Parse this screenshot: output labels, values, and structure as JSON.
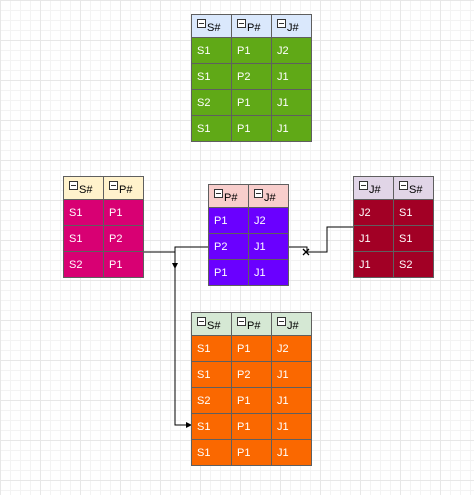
{
  "tables": [
    {
      "id": "top",
      "header_color": "#dae8fc",
      "body_color": "#60a917",
      "columns": [
        "S#",
        "P#",
        "J#"
      ],
      "rows": [
        [
          "S1",
          "P1",
          "J2"
        ],
        [
          "S1",
          "P2",
          "J1"
        ],
        [
          "S2",
          "P1",
          "J1"
        ],
        [
          "S1",
          "P1",
          "J1"
        ]
      ]
    },
    {
      "id": "sp",
      "header_color": "#fff2cc",
      "body_color": "#d80073",
      "columns": [
        "S#",
        "P#"
      ],
      "rows": [
        [
          "S1",
          "P1"
        ],
        [
          "S1",
          "P2"
        ],
        [
          "S2",
          "P1"
        ]
      ]
    },
    {
      "id": "pj",
      "header_color": "#f8cecc",
      "body_color": "#6a00ff",
      "columns": [
        "P#",
        "J#"
      ],
      "rows": [
        [
          "P1",
          "J2"
        ],
        [
          "P2",
          "J1"
        ],
        [
          "P1",
          "J1"
        ]
      ]
    },
    {
      "id": "js",
      "header_color": "#e1d5e7",
      "body_color": "#a20025",
      "columns": [
        "J#",
        "S#"
      ],
      "rows": [
        [
          "J2",
          "S1"
        ],
        [
          "J1",
          "S1"
        ],
        [
          "J1",
          "S2"
        ]
      ]
    },
    {
      "id": "result",
      "header_color": "#d5e8d4",
      "body_color": "#fa6800",
      "columns": [
        "S#",
        "P#",
        "J#"
      ],
      "rows": [
        [
          "S1",
          "P1",
          "J2"
        ],
        [
          "S1",
          "P2",
          "J1"
        ],
        [
          "S2",
          "P1",
          "J1"
        ],
        [
          "S1",
          "P1",
          "J1"
        ],
        [
          "S1",
          "P1",
          "J1"
        ]
      ]
    }
  ]
}
